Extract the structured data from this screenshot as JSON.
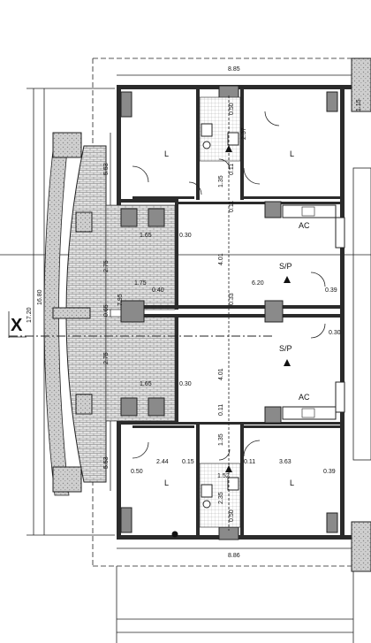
{
  "axis_marker": "X",
  "rooms": {
    "top_left": "L",
    "top_right": "L",
    "upper_living": "S/P",
    "upper_kitchen": "AC",
    "lower_living": "S/P",
    "lower_kitchen": "AC",
    "bottom_left": "L",
    "bottom_right": "L"
  },
  "dims": {
    "top_width": "8.85",
    "bottom_width": "8.86",
    "overall_height": "17.20",
    "inner_height": "16.80",
    "top_balcony": "5.53",
    "bottom_balcony": "5.53",
    "upper_loggia": "2.75",
    "lower_loggia": "2.75",
    "loggia_total": "7.95",
    "mid_gap": "0.65",
    "upper_depth_a": "1.65",
    "upper_depth_b": "0.30",
    "mid_left_a": "1.75",
    "mid_left_b": "0.40",
    "mid_span": "6.20",
    "mid_right": "0.39",
    "lower_depth_a": "1.65",
    "lower_depth_b": "0.30",
    "upper_stair_a": "0.50",
    "upper_stair_b": "2.37",
    "upper_stair_c": "1.35",
    "upper_stair_d": "0.11",
    "upper_stair_e": "0.11",
    "upper_room_h": "4.01",
    "center_gap": "0.33",
    "lower_room_h": "4.01",
    "lower_right_gap": "0.30",
    "lower_stair_a": "0.11",
    "lower_stair_b": "1.35",
    "bottom_left_w": "2.44",
    "bottom_left_gap": "0.15",
    "bottom_mid_a": "1.52",
    "bottom_mid_b": "0.11",
    "bottom_right_w": "3.63",
    "bottom_left_edge": "0.50",
    "bottom_right_edge": "0.39",
    "bottom_stair_a": "2.35",
    "bottom_stair_b": "0.50",
    "side_right_top": "1.15"
  }
}
